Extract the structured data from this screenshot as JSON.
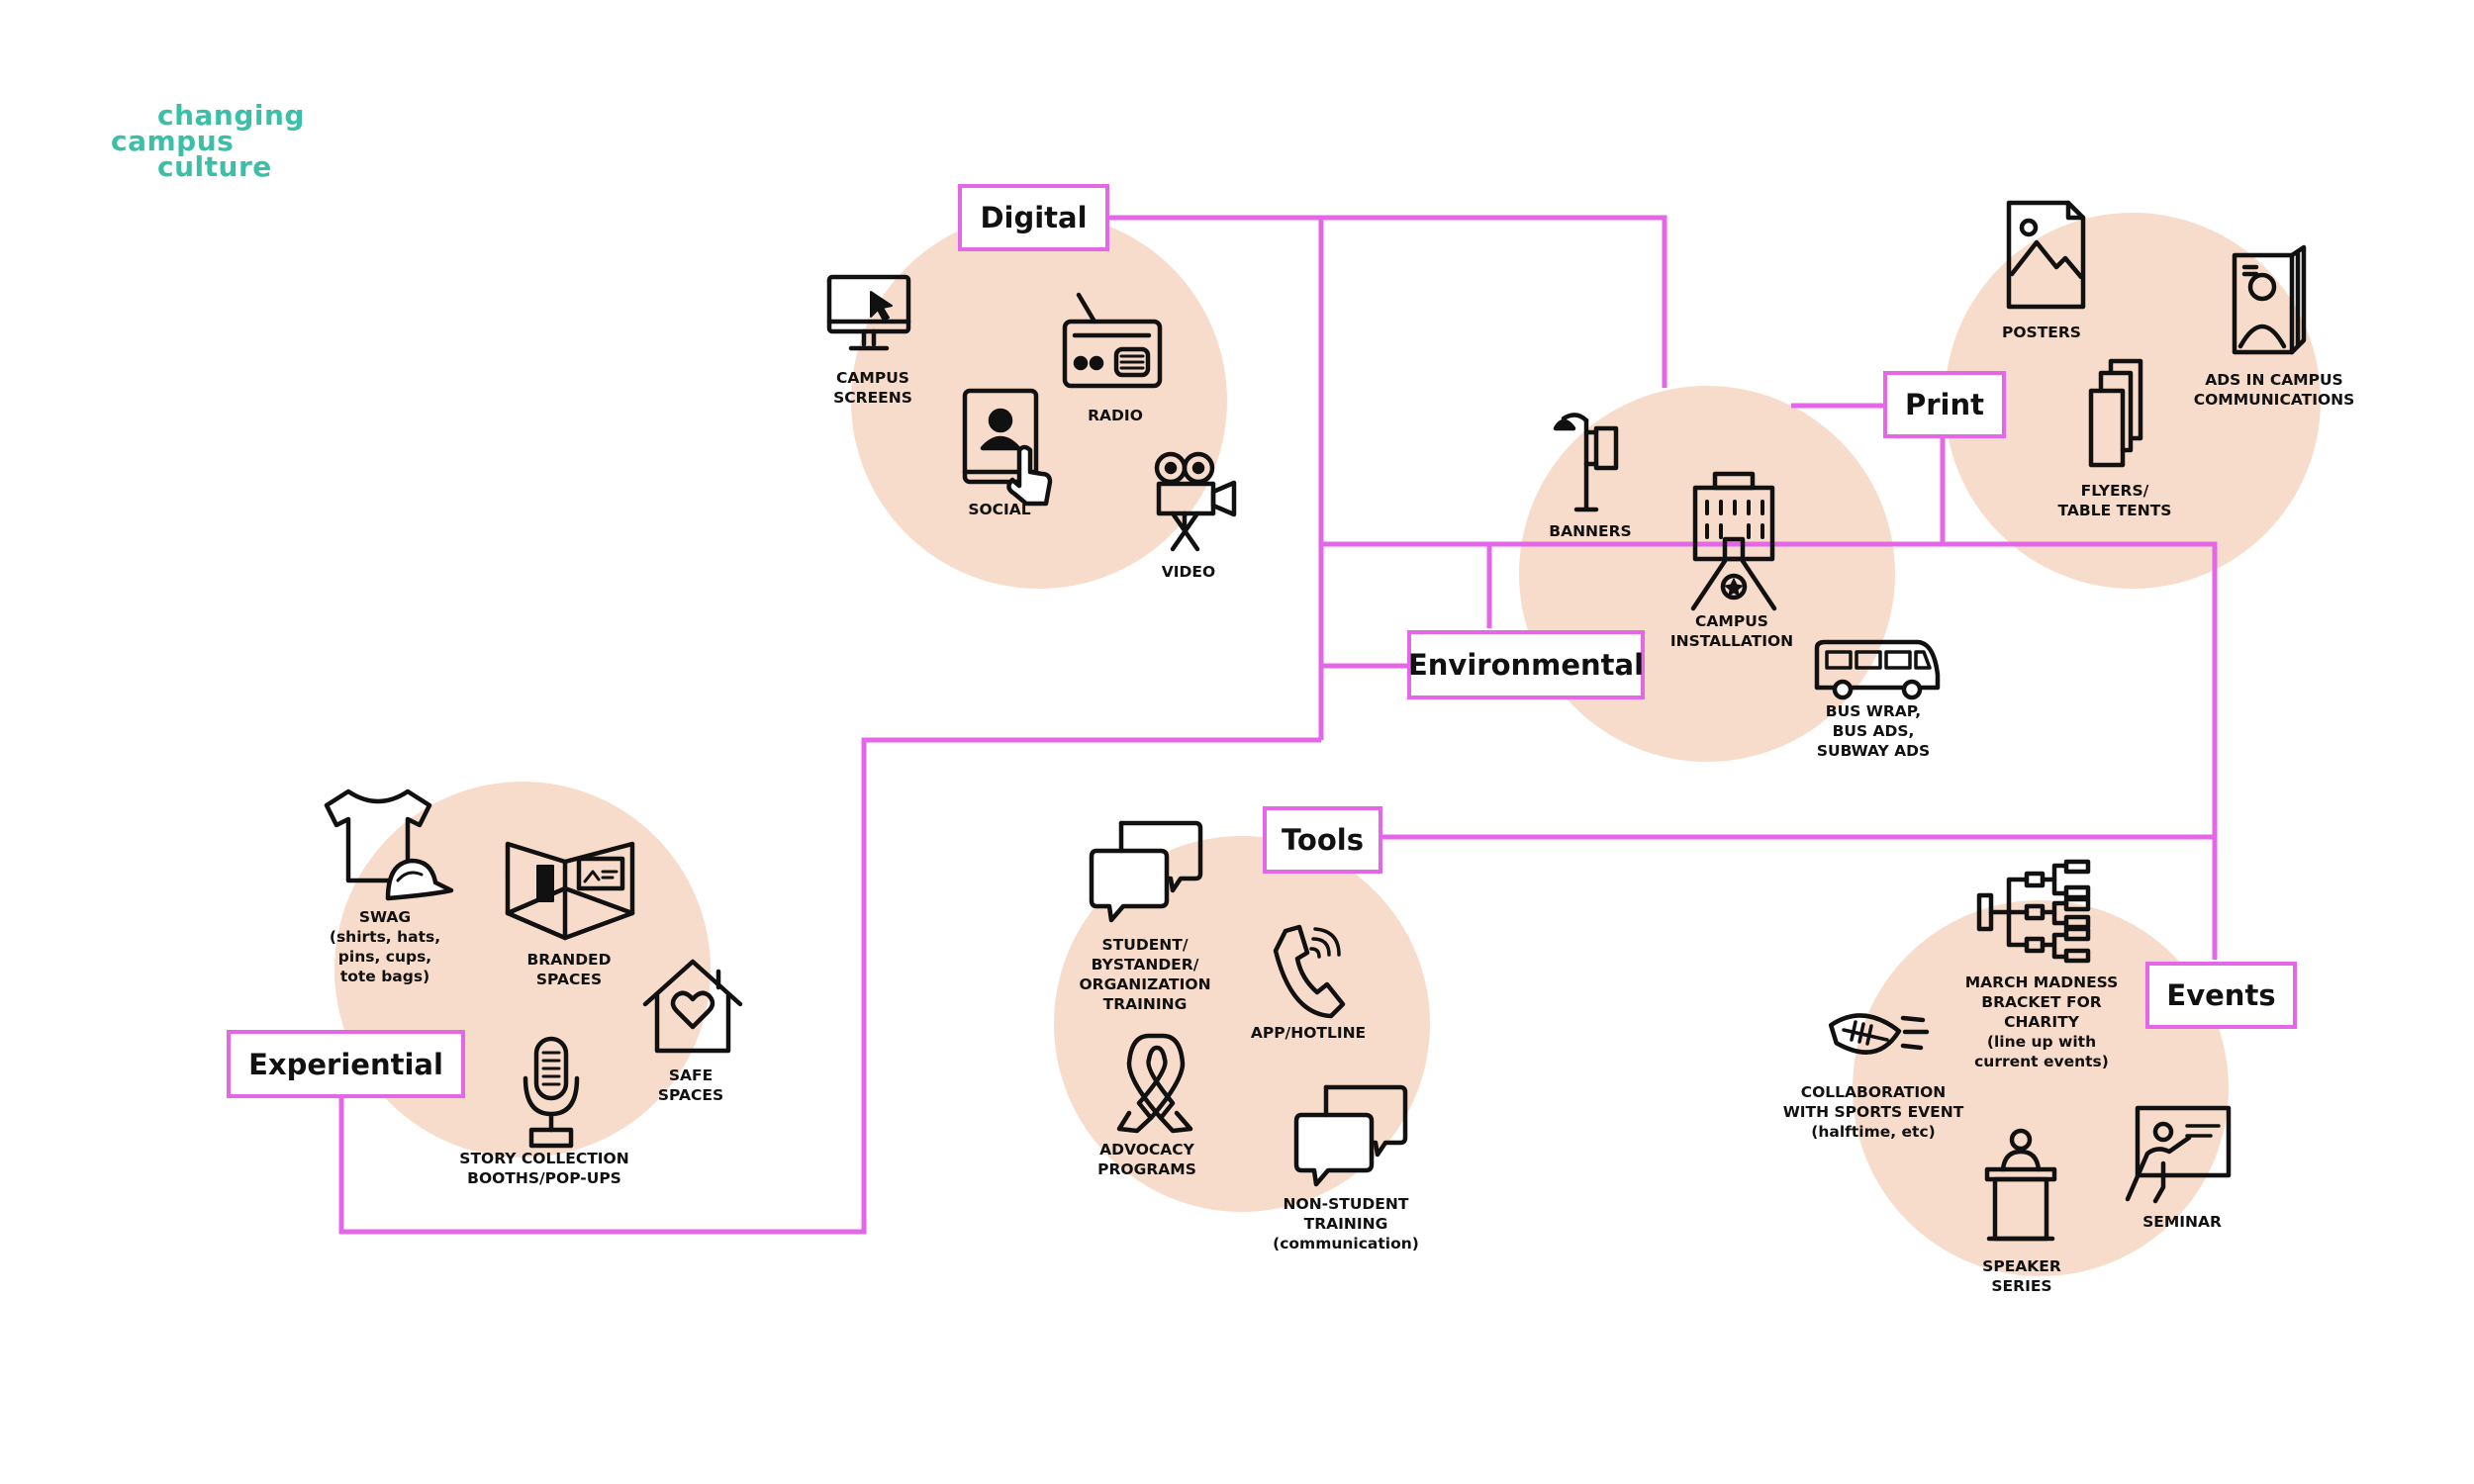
{
  "logo": {
    "line1": "changing",
    "line2": "campus",
    "line3": "culture"
  },
  "colors": {
    "connector": "#e467e8",
    "bubble": "#f8dccb",
    "logo": "#3bbfa8",
    "icon": "#111111"
  },
  "categories": {
    "digital": "Digital",
    "print": "Print",
    "environmental": "Environmental",
    "tools": "Tools",
    "experiential": "Experiential",
    "events": "Events"
  },
  "items": {
    "campus_screens": {
      "icon": "monitor-icon",
      "label": "CAMPUS\nSCREENS"
    },
    "radio": {
      "icon": "radio-icon",
      "label": "RADIO"
    },
    "social": {
      "icon": "tablet-touch-icon",
      "label": "SOCIAL"
    },
    "video": {
      "icon": "video-camera-icon",
      "label": "VIDEO"
    },
    "posters": {
      "icon": "poster-icon",
      "label": "POSTERS"
    },
    "ads_campus": {
      "icon": "magazine-icon",
      "label": "ADS IN CAMPUS\nCOMMUNICATIONS"
    },
    "flyers": {
      "icon": "flyers-icon",
      "label": "FLYERS/\nTABLE TENTS"
    },
    "banners": {
      "icon": "lamppost-banner-icon",
      "label": "BANNERS"
    },
    "campus_installation": {
      "icon": "building-icon",
      "label": "CAMPUS\nINSTALLATION"
    },
    "bus": {
      "icon": "bus-icon",
      "label": "BUS WRAP,\nBUS ADS,\nSUBWAY ADS"
    },
    "student_training": {
      "icon": "chat-bubbles-icon",
      "label": "STUDENT/\nBYSTANDER/\nORGANIZATION\nTRAINING"
    },
    "app_hotline": {
      "icon": "phone-icon",
      "label": "APP/HOTLINE"
    },
    "advocacy": {
      "icon": "ribbon-icon",
      "label": "ADVOCACY\nPROGRAMS"
    },
    "non_student": {
      "icon": "chat-bubbles-icon",
      "label": "NON-STUDENT\nTRAINING\n(communication)"
    },
    "swag": {
      "icon": "tshirt-cap-icon",
      "label": "SWAG\n(shirts, hats,\npins, cups,\ntote bags)"
    },
    "branded_spaces": {
      "icon": "room-icon",
      "label": "BRANDED\nSPACES"
    },
    "safe_spaces": {
      "icon": "heart-house-icon",
      "label": "SAFE\nSPACES"
    },
    "story_booths": {
      "icon": "microphone-icon",
      "label": "STORY COLLECTION\nBOOTHS/POP-UPS"
    },
    "march_madness": {
      "icon": "bracket-icon",
      "label": "MARCH MADNESS\nBRACKET FOR\nCHARITY\n(line up with\ncurrent events)"
    },
    "sports": {
      "icon": "football-icon",
      "label": "COLLABORATION\nWITH SPORTS EVENT\n(halftime, etc)"
    },
    "seminar": {
      "icon": "presentation-icon",
      "label": "SEMINAR"
    },
    "speaker": {
      "icon": "podium-icon",
      "label": "SPEAKER\nSERIES"
    }
  }
}
